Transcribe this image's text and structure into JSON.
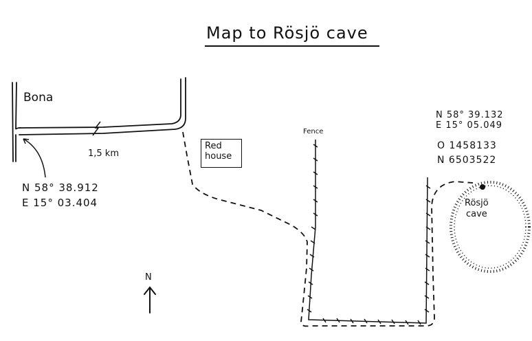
{
  "map": {
    "title": "Map to Rösjö cave",
    "place_bona": "Bona",
    "distance": "1,5 km",
    "start_coords": {
      "north": "N 58° 38.912",
      "east": "E 15° 03.404"
    },
    "red_house": {
      "line1": "Red",
      "line2": "house"
    },
    "fence_label": "Fence",
    "cave_coords": {
      "north": "N 58° 39.132",
      "east": "E 15° 05.049",
      "grid_o": "O 1458133",
      "grid_n": "N 6503522"
    },
    "cave_name": {
      "line1": "Rösjö",
      "line2": "cave"
    },
    "north_arrow": "N"
  }
}
